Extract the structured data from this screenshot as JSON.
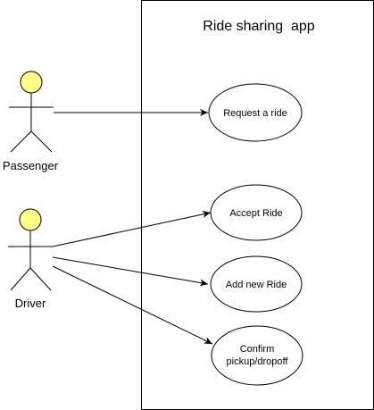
{
  "diagram": {
    "system": {
      "title": "Ride sharing  app"
    },
    "actors": [
      {
        "label": "Passenger"
      },
      {
        "label": "Driver"
      }
    ],
    "use_cases": [
      {
        "lines": [
          "Request a ride"
        ]
      },
      {
        "lines": [
          "Accept Ride"
        ]
      },
      {
        "lines": [
          "Add new Ride"
        ]
      },
      {
        "lines": [
          "Confirm",
          "pickup/dropoff"
        ]
      }
    ],
    "colors": {
      "actor_head_fill": "#ffff88",
      "stroke": "#000000",
      "background": "#ffffff"
    }
  }
}
